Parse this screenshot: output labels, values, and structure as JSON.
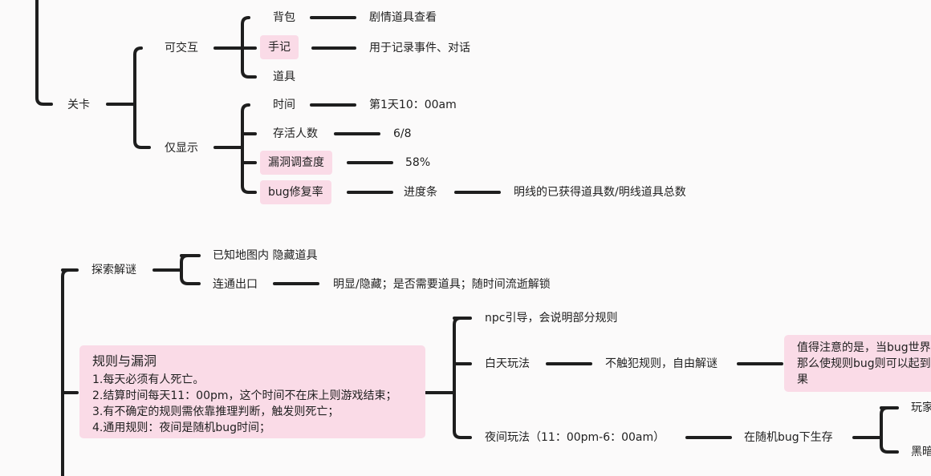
{
  "level": {
    "title": "关卡",
    "interactive": {
      "label": "可交互",
      "items": [
        {
          "label": "背包",
          "detail": "剧情道具查看"
        },
        {
          "label": "手记",
          "detail": "用于记录事件、对话"
        },
        {
          "label": "道具"
        }
      ]
    },
    "display_only": {
      "label": "仅显示",
      "items": [
        {
          "label": "时间",
          "detail": "第1天10：00am"
        },
        {
          "label": "存活人数",
          "detail": "6/8"
        },
        {
          "label": "漏洞调查度",
          "detail": "58%"
        },
        {
          "label": "bug修复率",
          "detail": "进度条",
          "detail2": "明线的已获得道具数/明线道具总数"
        }
      ]
    }
  },
  "explore": {
    "label": "探索解谜",
    "items": [
      {
        "label": "已知地图内 隐藏道具"
      },
      {
        "label": "连通出口",
        "detail": "明显/隐藏；是否需要道具；随时间流逝解锁"
      }
    ]
  },
  "rules": {
    "title": "规则与漏洞",
    "lines": [
      "1.每天必须有人死亡。",
      "2.结算时间每天11：00pm，这个时间不在床上则游戏结束；",
      "3.有不确定的规则需依靠推理判断，触发则死亡；",
      "4.通用规则：夜间是随机bug时间；"
    ],
    "branches": {
      "npc": "npc引导，会说明部分规则",
      "day": {
        "label": "白天玩法",
        "detail": "不触犯规则，自由解谜",
        "note_lines": [
          "值得注意的是，当bug世界",
          "那么使规则bug则可以起到",
          "果"
        ]
      },
      "night": {
        "label": "夜间玩法（11：00pm-6：00am）",
        "detail": "在随机bug下生存",
        "sub": [
          "玩家",
          "黑暗"
        ]
      }
    }
  }
}
